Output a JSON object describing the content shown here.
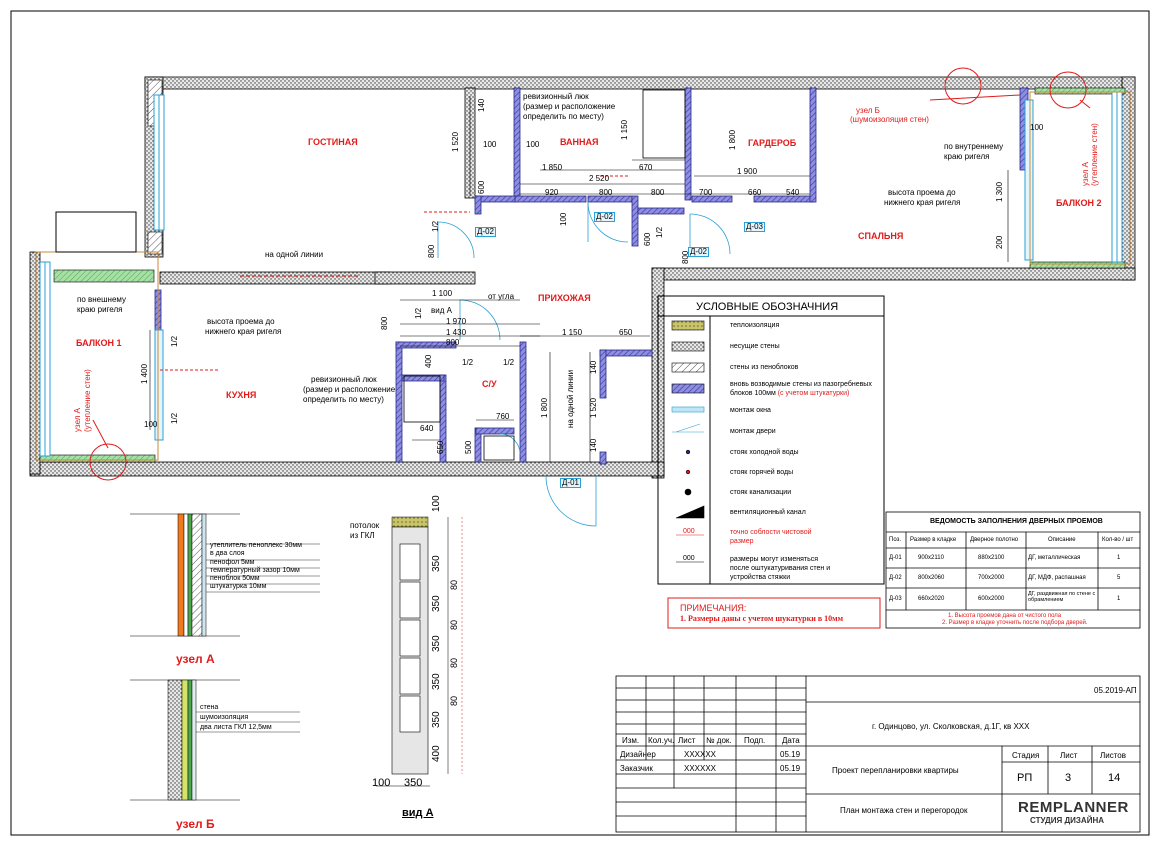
{
  "rooms": {
    "living": "ГОСТИНАЯ",
    "bath": "ВАННАЯ",
    "wardrobe": "ГАРДЕРОБ",
    "bedroom": "СПАЛЬНЯ",
    "balcony2": "БАЛКОН 2",
    "balcony1": "БАЛКОН 1",
    "kitchen": "КУХНЯ",
    "hall": "ПРИХОЖАЯ",
    "wc": "С/У"
  },
  "annotations": {
    "revision_hatch_top": [
      "ревизионный люк",
      "(размер и расположение",
      "определить по месту)"
    ],
    "revision_hatch_mid": [
      "ревизионный люк",
      "(размер и расположение",
      "определить по месту)"
    ],
    "node_b": [
      "узел Б",
      "(шумоизоляция стен)"
    ],
    "node_a_right": [
      "узел А",
      "(утепление стен)"
    ],
    "node_a_left": [
      "узел А",
      "(утепление стен)"
    ],
    "inner_edge": [
      "по внутреннему",
      "краю ригеля"
    ],
    "opening_height_right": [
      "высота проема до",
      "нижнего края ригеля"
    ],
    "outer_edge": [
      "по внешнему",
      "краю ригеля"
    ],
    "opening_height_left": [
      "высота проема до",
      "нижнего края ригеля"
    ],
    "one_line_1": "на одной линии",
    "one_line_2": "на одной линии",
    "from_corner": "от угла",
    "view_a_ref": "вид А"
  },
  "dimensions": {
    "d140a": "140",
    "d1520a": "1 520",
    "d100a": "100",
    "d100b": "100",
    "d600": "600",
    "d1150": "1 150",
    "d670": "670",
    "d1850": "1 850",
    "d2520": "2 520",
    "d920": "920",
    "d800a": "800",
    "d800b": "800",
    "d1800a": "1 800",
    "d1900": "1 900",
    "d700": "700",
    "d660": "660",
    "d540": "540",
    "d100c": "100",
    "d1300": "1 300",
    "d200": "200",
    "d1100": "1 100",
    "d1970": "1 970",
    "d1430": "1 430",
    "d800c": "800",
    "d1150b": "1 150",
    "d650": "650",
    "d1400": "1 400",
    "d100d": "100",
    "d400": "400",
    "d640": "640",
    "d650b": "650",
    "d500": "500",
    "d760": "760",
    "d1800b": "1 800",
    "d1520b": "1 520",
    "d140b": "140",
    "d140c": "140",
    "half": "1/2",
    "d800v1": "800",
    "d800v2": "800",
    "d800v3": "800",
    "d100e": "100",
    "d600b": "600"
  },
  "doors": {
    "d02a": "Д-02",
    "d02b": "Д-02",
    "d03": "Д-03",
    "d02c": "Д-02",
    "d01": "Д-01"
  },
  "legend": {
    "title": "УСЛОВНЫЕ ОБОЗНАЧНИЯ",
    "items": [
      {
        "label": "теплоизоляция"
      },
      {
        "label": "несущие стены"
      },
      {
        "label": "стены из пеноблоков"
      },
      {
        "label": "вновь возводимые стены из пазогребневых",
        "label2": "блоков 100мм",
        "label2_red": "(с учетом штукатурки)"
      },
      {
        "label": "монтаж окна"
      },
      {
        "label": "монтаж двери"
      },
      {
        "label": "стояк холодной воды"
      },
      {
        "label": "стояк горячей воды"
      },
      {
        "label": "стояк канализации"
      },
      {
        "label": "вентиляционный канал"
      },
      {
        "label": "точно соблости чистовой",
        "label2": "размер",
        "red": true,
        "sym": "000"
      },
      {
        "label": "размеры могут изменяться",
        "label2": "после оштукатуривания стен и",
        "label3": "устройства стяжки",
        "sym": "000"
      }
    ]
  },
  "notes": {
    "title": "ПРИМЕЧАНИЯ:",
    "line1": "1. Размеры даны с учетом шукатурки в 10мм"
  },
  "door_schedule": {
    "title": "ВЕДОМОСТЬ ЗАПОЛНЕНИЯ ДВЕРНЫХ ПРОЕМОВ",
    "headers": [
      "Поз.",
      "Размер в кладке",
      "Дверное полотно",
      "Описание",
      "Кол-во / шт"
    ],
    "rows": [
      [
        "Д-01",
        "900х2110",
        "880х2100",
        "ДГ, металлическая",
        "1"
      ],
      [
        "Д-02",
        "800х2060",
        "700х2000",
        "ДГ, МДФ, распашная",
        "5"
      ],
      [
        "Д-03",
        "660х2020",
        "600х2000",
        "ДГ, раздвижная по стене с обрамлением",
        "1"
      ]
    ],
    "note1": "1. Высота проемов дана от чистого пола",
    "note2": "2. Размер в кладке уточнить после подбора дверей."
  },
  "node_a": {
    "title": "узел А",
    "lines": [
      "утеплитель пеноплекс 30мм",
      "в два слоя",
      "пенофол 5мм",
      "температурный зазор 10мм",
      "пеноблок 50мм",
      "штукатурка 10мм"
    ]
  },
  "node_b": {
    "title": "узел Б",
    "lines": [
      "стена",
      "шумоизоляция",
      "два листа ГКЛ 12,5мм"
    ]
  },
  "view_a": {
    "title": "вид А",
    "ceiling": [
      "потолок",
      "из ГКЛ"
    ],
    "dims": [
      "100",
      "350",
      "80",
      "350",
      "80",
      "350",
      "80",
      "350",
      "80",
      "350",
      "400"
    ],
    "bottom_dims": [
      "100",
      "350"
    ]
  },
  "title_block": {
    "code": "05.2019-АП",
    "address": "г. Одинцово, ул. Сколковская, д.1Г, кв  XXX",
    "project": "Проект перепланировки квартиры",
    "sheet_name": "План монтажа стен и перегородок",
    "headers": [
      "Изм.",
      "Кол.уч.",
      "Лист",
      "№ док.",
      "Подп.",
      "Дата"
    ],
    "designer_label": "Дизайнер",
    "designer_name": "XXXXXX",
    "designer_date": "05.19",
    "customer_label": "Заказчик",
    "customer_name": "XXXXXX",
    "customer_date": "05.19",
    "stage_label": "Стадия",
    "sheet_label": "Лист",
    "sheets_label": "Листов",
    "stage": "РП",
    "sheet": "3",
    "sheets": "14",
    "logo_main": "REMPLANNER",
    "logo_sub": "СТУДИЯ ДИЗАЙНА"
  },
  "colors": {
    "partition_blue": "#3f3fb0",
    "annot_red": "#e11b1b",
    "window_cyan": "#2aa0d6",
    "insulation_green": "#4ca64c",
    "node_orange": "#f07a1c"
  }
}
